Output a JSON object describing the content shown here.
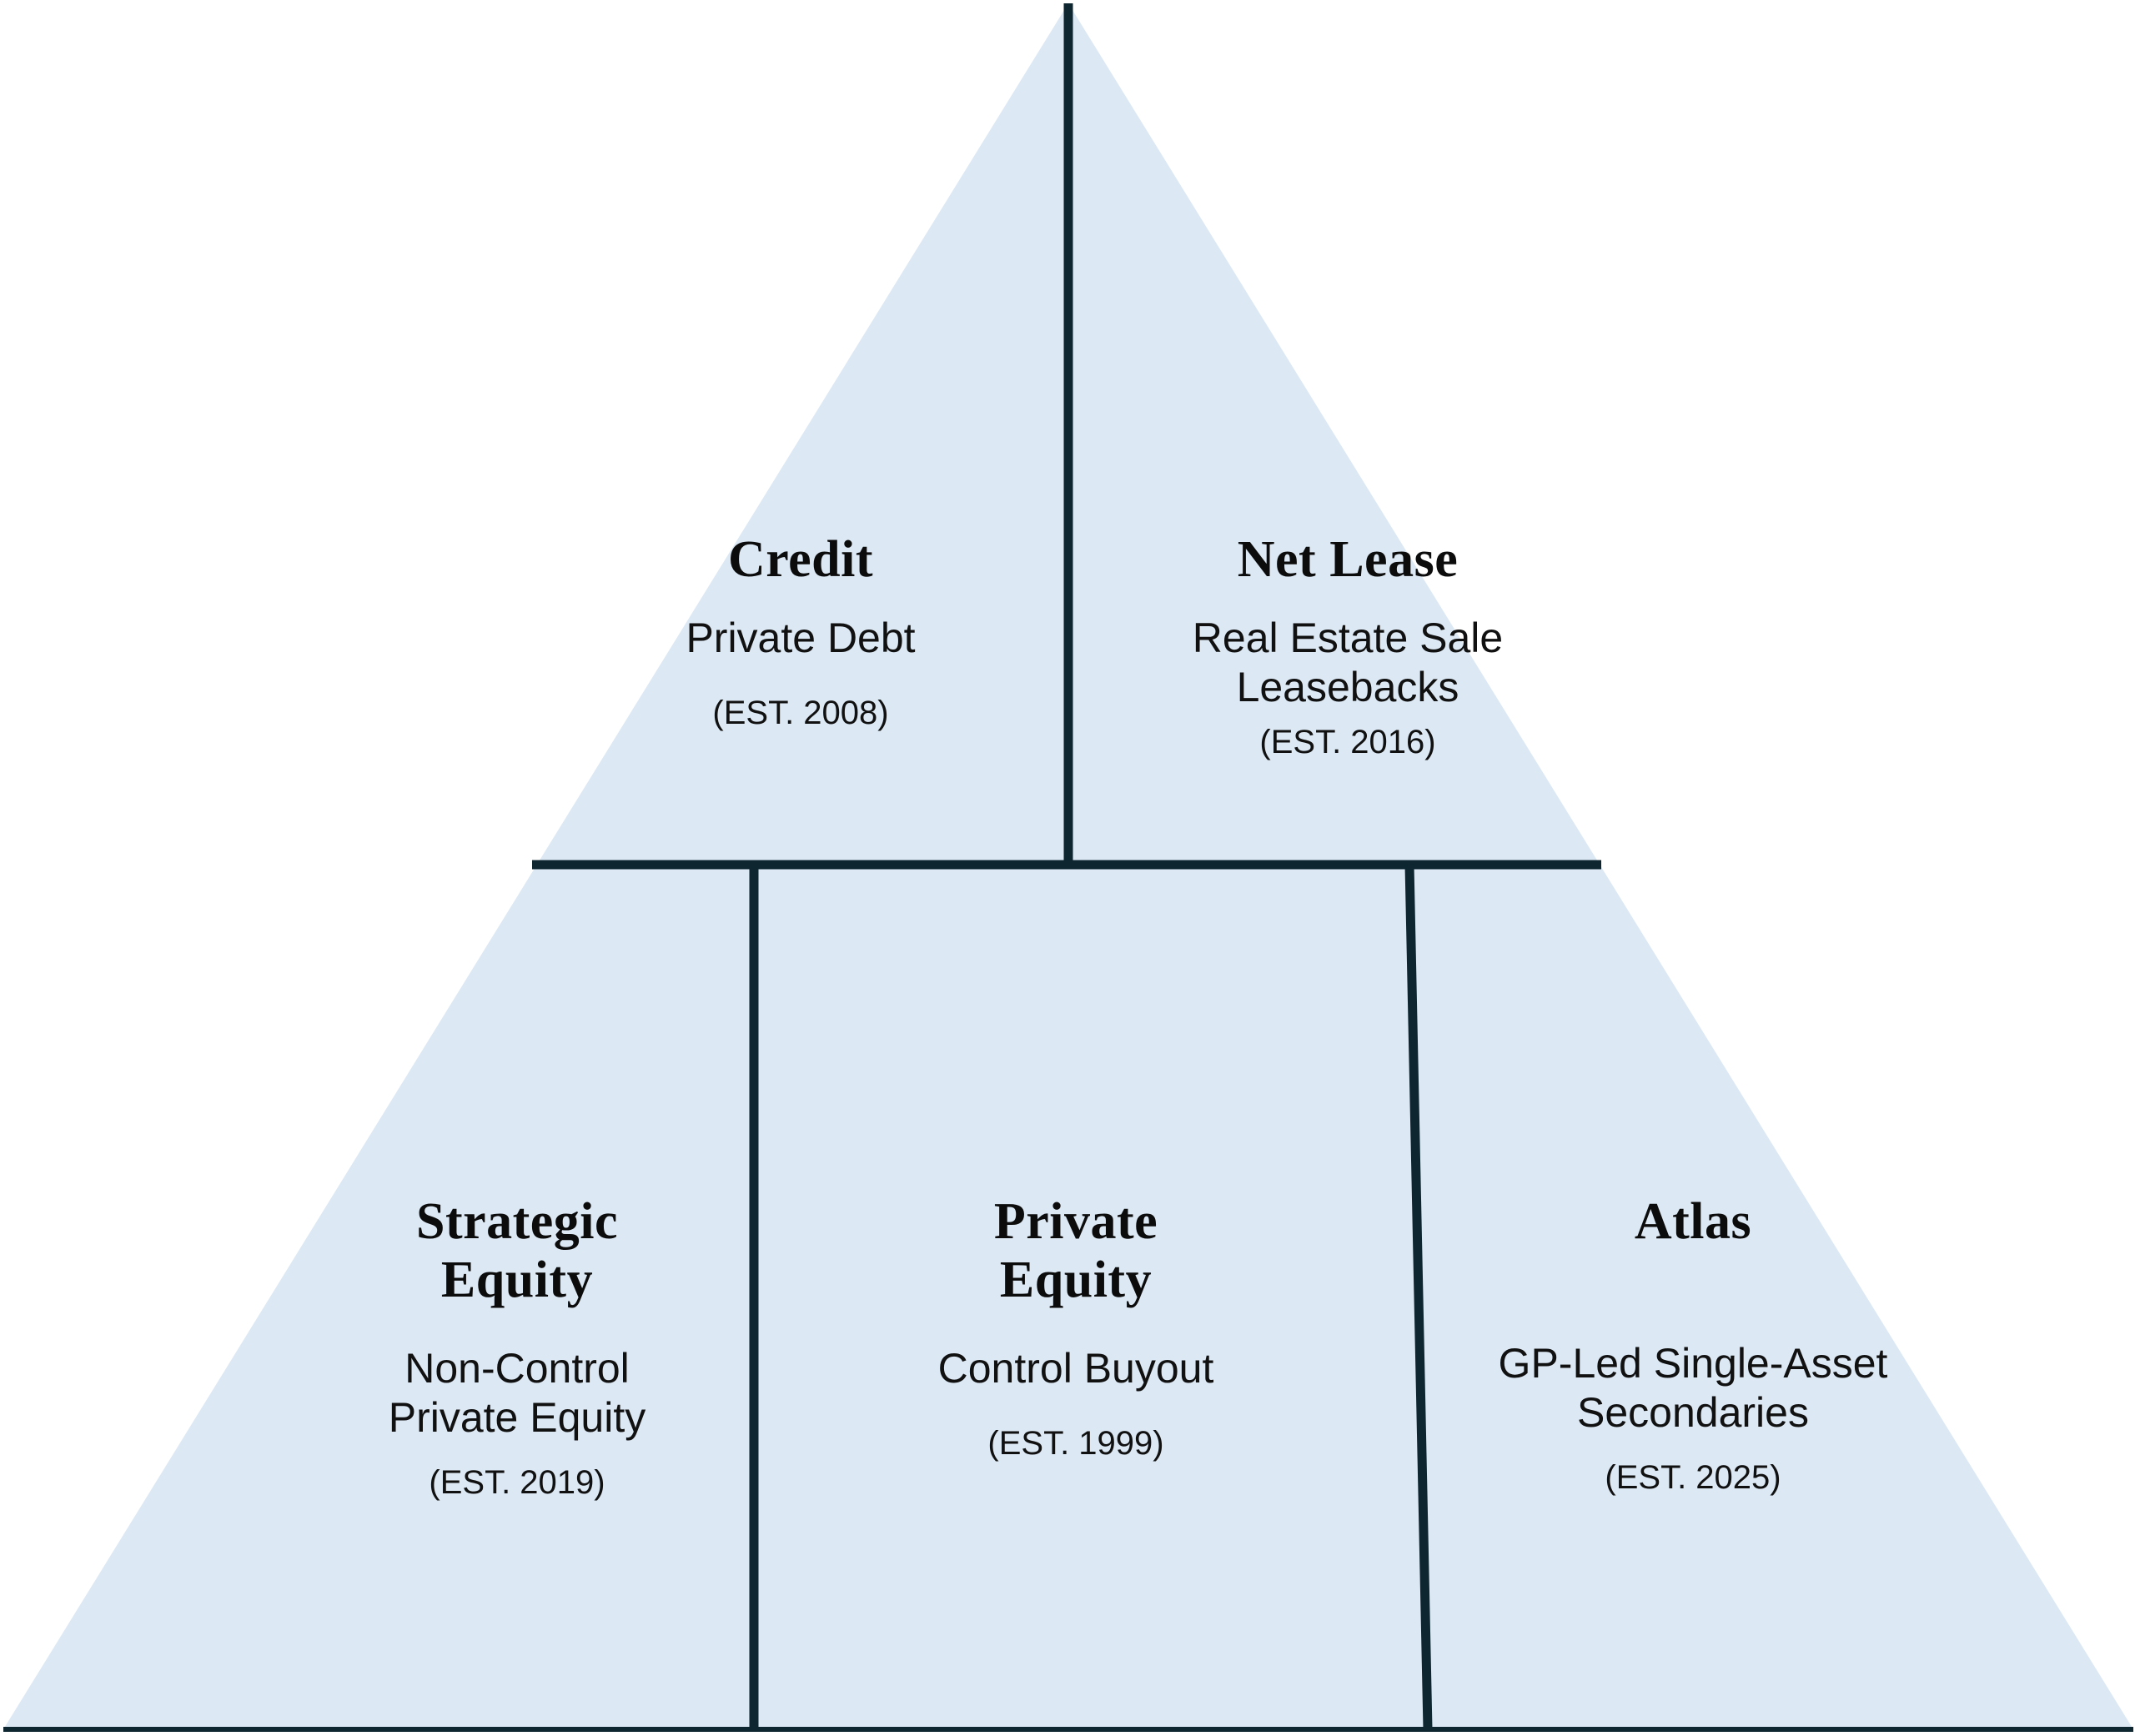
{
  "diagram": {
    "type": "pyramid",
    "shape": "triangle",
    "colors": {
      "fill": "#dce8f4",
      "stroke": "#0d2630",
      "text": "#111111",
      "background": "#ffffff"
    },
    "segments": [
      {
        "id": "credit",
        "row": "top",
        "position": "left",
        "title": "Credit",
        "description": "Private Debt",
        "established": "(EST. 2008)"
      },
      {
        "id": "net-lease",
        "row": "top",
        "position": "right",
        "title": "Net Lease",
        "description": "Real Estate Sale\nLeasebacks",
        "description_line1": "Real Estate Sale",
        "description_line2": "Leasebacks",
        "established": "(EST. 2016)"
      },
      {
        "id": "strategic-equity",
        "row": "bottom",
        "position": "left",
        "title": "Strategic\nEquity",
        "title_line1": "Strategic",
        "title_line2": "Equity",
        "description_line1": "Non-Control",
        "description_line2": "Private Equity",
        "established": "(EST. 2019)"
      },
      {
        "id": "private-equity",
        "row": "bottom",
        "position": "center",
        "title_line1": "Private",
        "title_line2": "Equity",
        "description": "Control Buyout",
        "established": "(EST. 1999)"
      },
      {
        "id": "atlas",
        "row": "bottom",
        "position": "right",
        "title": "Atlas",
        "description_line1": "GP-Led Single-Asset",
        "description_line2": "Secondaries",
        "established": "(EST. 2025)"
      }
    ]
  }
}
